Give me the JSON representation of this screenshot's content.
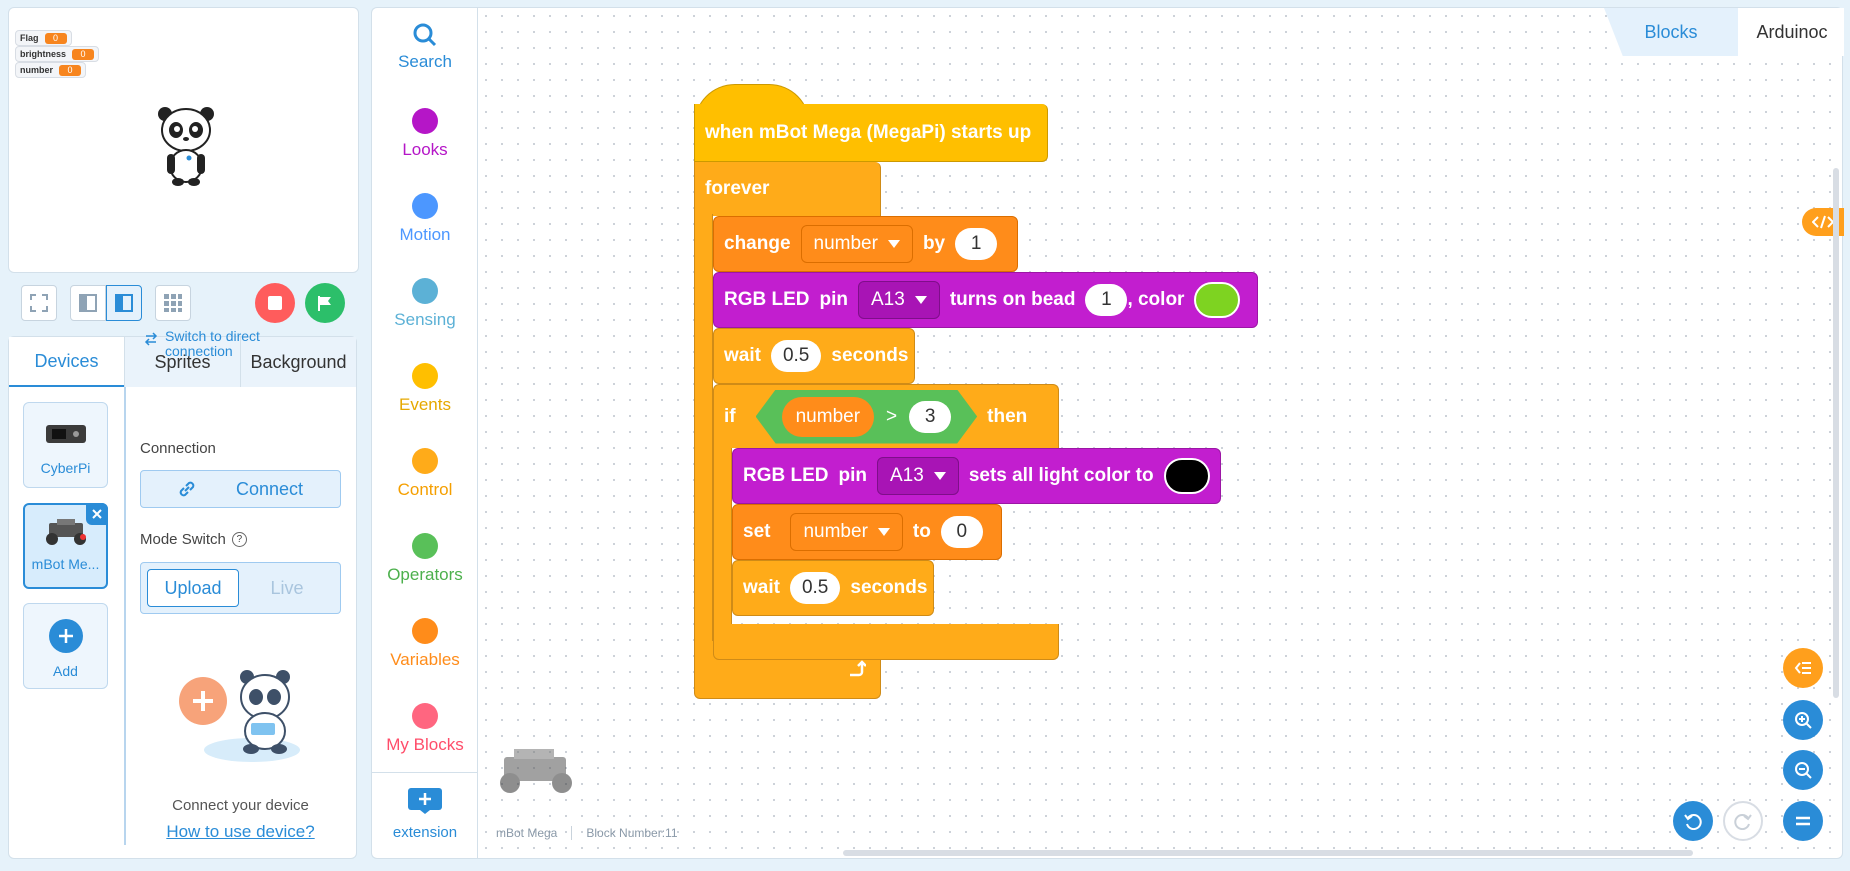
{
  "stage": {
    "variables": [
      {
        "name": "Flag",
        "value": "0"
      },
      {
        "name": "brightness",
        "value": "0"
      },
      {
        "name": "number",
        "value": "0"
      }
    ]
  },
  "left_tabs": [
    "Devices",
    "Sprites",
    "Background"
  ],
  "devices": {
    "items": [
      {
        "label": "CyberPi"
      },
      {
        "label": "mBot Me..."
      },
      {
        "label": "Add"
      }
    ],
    "switch_link": "Switch to direct connection",
    "connection_label": "Connection",
    "connect_button": "Connect",
    "mode_switch_label": "Mode Switch",
    "mode_upload": "Upload",
    "mode_live": "Live",
    "connect_hint": "Connect your device",
    "how_to_link": "How to use device?"
  },
  "categories": [
    {
      "label": "Search",
      "color": "#2a8cd7",
      "icon": "search-icon"
    },
    {
      "label": "Looks",
      "color": "#b516c7"
    },
    {
      "label": "Motion",
      "color": "#4c97ff"
    },
    {
      "label": "Sensing",
      "color": "#5cb1d6"
    },
    {
      "label": "Events",
      "color": "#ffbf00"
    },
    {
      "label": "Control",
      "color": "#ffab19"
    },
    {
      "label": "Operators",
      "color": "#59c059"
    },
    {
      "label": "Variables",
      "color": "#ff8c1a"
    },
    {
      "label": "My Blocks",
      "color": "#ff6680"
    },
    {
      "label": "extension",
      "color": "#2a8cd7",
      "icon": "plus-icon"
    }
  ],
  "code_tabs": {
    "blocks": "Blocks",
    "arduino": "Arduinoc"
  },
  "script": {
    "hat": "when mBot Mega (MegaPi) starts up",
    "forever": "forever",
    "change": {
      "kw": "change",
      "var": "number",
      "by": "by",
      "value": "1"
    },
    "rgb1": {
      "kw": "RGB LED",
      "pin_kw": "pin",
      "pin": "A13",
      "mid": "turns on bead",
      "bead": "1",
      "color_kw": ", color",
      "color": "#7ed321"
    },
    "wait1": {
      "kw": "wait",
      "value": "0.5",
      "unit": "seconds"
    },
    "if": {
      "kw": "if",
      "var": "number",
      "op": ">",
      "value": "3",
      "then": "then"
    },
    "rgb2": {
      "kw": "RGB LED",
      "pin_kw": "pin",
      "pin": "A13",
      "mid": "sets all light color to",
      "color": "#000000"
    },
    "set": {
      "kw": "set",
      "var": "number",
      "to": "to",
      "value": "0"
    },
    "wait2": {
      "kw": "wait",
      "value": "0.5",
      "unit": "seconds"
    }
  },
  "footer": {
    "device": "mBot Mega",
    "block_count": "Block Number:11"
  },
  "colors": {
    "accent": "#2a8cd7",
    "stop": "#ff5c5c",
    "go": "#2cbf6a"
  }
}
